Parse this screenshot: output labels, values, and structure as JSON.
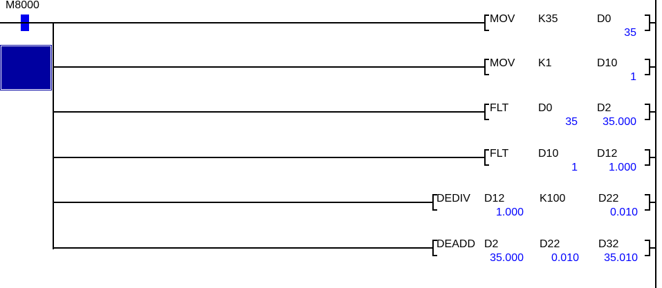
{
  "colors": {
    "background": "#ffffff",
    "wire": "#000000",
    "text": "#000000",
    "monitor_value": "#0000ff",
    "contact_on": "#0000ee",
    "cursor_fill": "#0000a0",
    "cursor_inner_border": "#ffffff"
  },
  "contact": {
    "device": "M8000",
    "state": "ON"
  },
  "rungs": [
    {
      "instruction": "MOV",
      "operands": [
        "K35",
        "D0"
      ],
      "values": [
        "",
        "35"
      ]
    },
    {
      "instruction": "MOV",
      "operands": [
        "K1",
        "D10"
      ],
      "values": [
        "",
        "1"
      ]
    },
    {
      "instruction": "FLT",
      "operands": [
        "D0",
        "D2"
      ],
      "values": [
        "35",
        "35.000"
      ]
    },
    {
      "instruction": "FLT",
      "operands": [
        "D10",
        "D12"
      ],
      "values": [
        "1",
        "1.000"
      ]
    },
    {
      "instruction": "DEDIV",
      "operands": [
        "D12",
        "K100",
        "D22"
      ],
      "values": [
        "1.000",
        "",
        "0.010"
      ]
    },
    {
      "instruction": "DEADD",
      "operands": [
        "D2",
        "D22",
        "D32"
      ],
      "values": [
        "35.000",
        "0.010",
        "35.010"
      ]
    }
  ]
}
